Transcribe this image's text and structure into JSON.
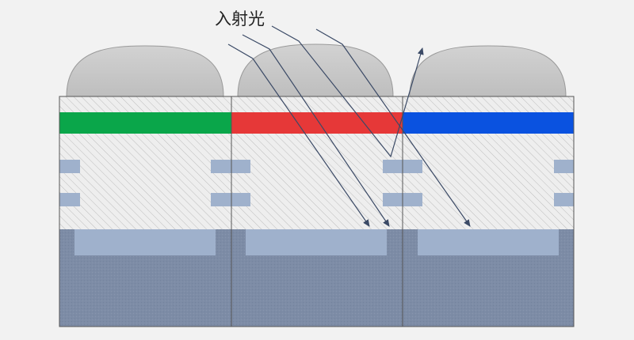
{
  "title": "入射光",
  "colors": {
    "background": "#f2f2f2",
    "lens": "#c3c3c3",
    "hatch_bg": "#eeeeee",
    "hatch_line": "#bdbdbd",
    "wiring": "#9fb1cc",
    "substrate": "#7d8ca6",
    "photodiode": "#9fb1cc",
    "ray": "#3b4a66",
    "outline": "#555555"
  },
  "filters": [
    {
      "name": "green-filter",
      "color": "#0aa64a"
    },
    {
      "name": "red-filter",
      "color": "#e63838"
    },
    {
      "name": "blue-filter",
      "color": "#0a52e0"
    }
  ]
}
